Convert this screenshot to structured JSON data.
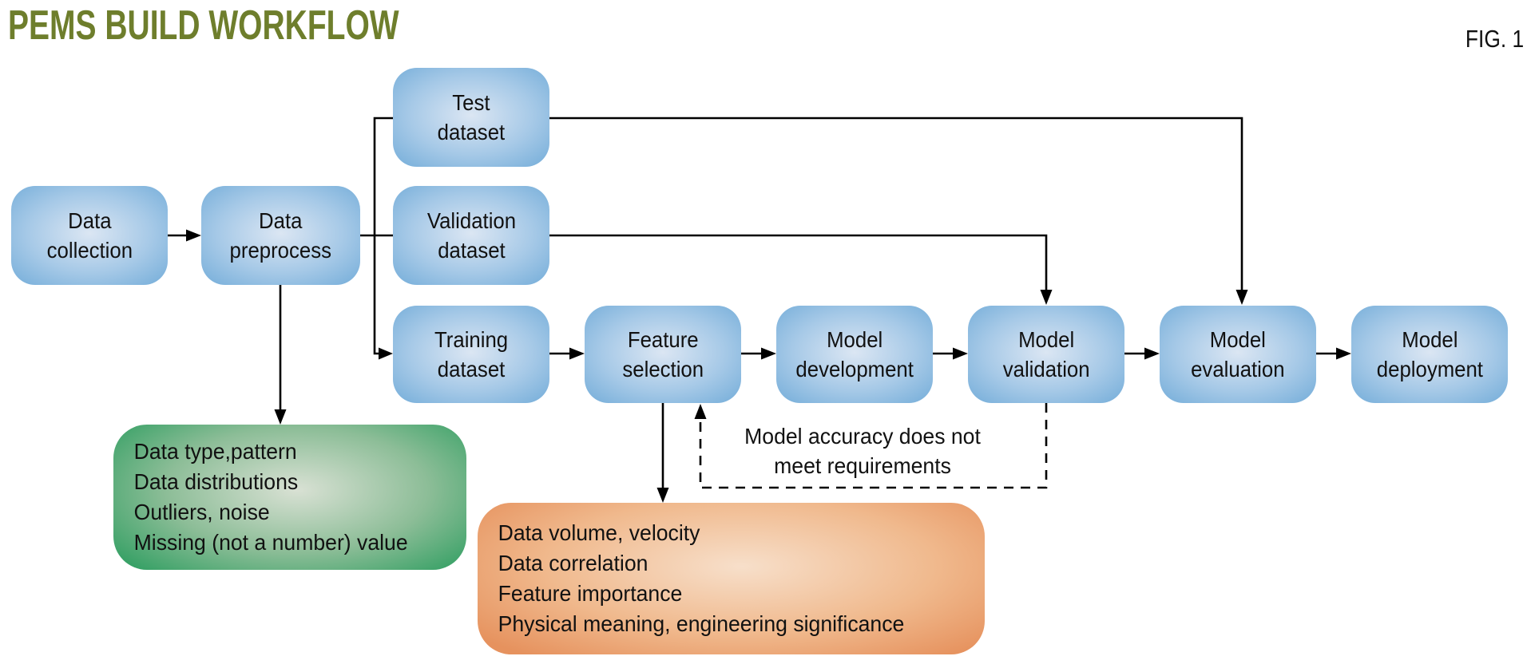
{
  "header": {
    "title": "PEMS BUILD WORKFLOW",
    "figure": "FIG. 1"
  },
  "nodes": {
    "test_dataset": "Test\ndataset",
    "data_collection": "Data\ncollection",
    "data_preprocess": "Data\npreprocess",
    "validation_dataset": "Validation\ndataset",
    "training_dataset": "Training\ndataset",
    "feature_selection": "Feature\nselection",
    "model_development": "Model\ndevelopment",
    "model_validation": "Model\nvalidation",
    "model_evaluation": "Model\nevaluation",
    "model_deployment": "Model\ndeployment"
  },
  "notes": {
    "preprocess_checks": [
      "Data type,pattern",
      "Data distributions",
      "Outliers, noise",
      "Missing (not a number) value"
    ],
    "feature_criteria": [
      "Data volume, velocity",
      "Data correlation",
      "Feature importance",
      "Physical meaning, engineering significance"
    ]
  },
  "feedback_label": [
    "Model accuracy does not",
    "meet requirements"
  ],
  "colors": {
    "title_green": "#6e7e2c",
    "box_blue_edge": "#74add9",
    "box_blue_center": "#dbe6f3",
    "note_green_edge": "#2f9e61",
    "note_green_center": "#d9e1d4",
    "note_orange_edge": "#e6925e",
    "note_orange_center": "#f7dfca",
    "line": "#000000",
    "text": "#111111",
    "background": "#ffffff"
  }
}
